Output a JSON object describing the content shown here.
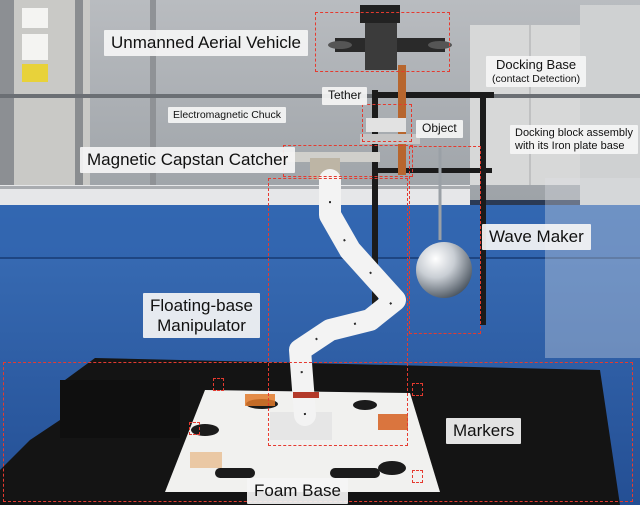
{
  "labels": {
    "uav": "Unmanned Aerial Vehicle",
    "docking_base_title": "Docking Base",
    "docking_base_sub": "(contact Detection)",
    "tether": "Tether",
    "chuck": "Electromagnetic Chuck",
    "object": "Object",
    "capstan": "Magnetic Capstan Catcher",
    "docking_block_line1": "Docking block assembly",
    "docking_block_line2": "with its Iron plate base",
    "wave_maker": "Wave Maker",
    "manipulator_line1": "Floating-base",
    "manipulator_line2": "Manipulator",
    "markers": "Markers",
    "foam_base": "Foam Base"
  },
  "colors": {
    "annotation": "#e53a2f",
    "label_bg": "#f5f5f5",
    "water": "#2f5fa8",
    "foam": "#1a1a1a"
  }
}
